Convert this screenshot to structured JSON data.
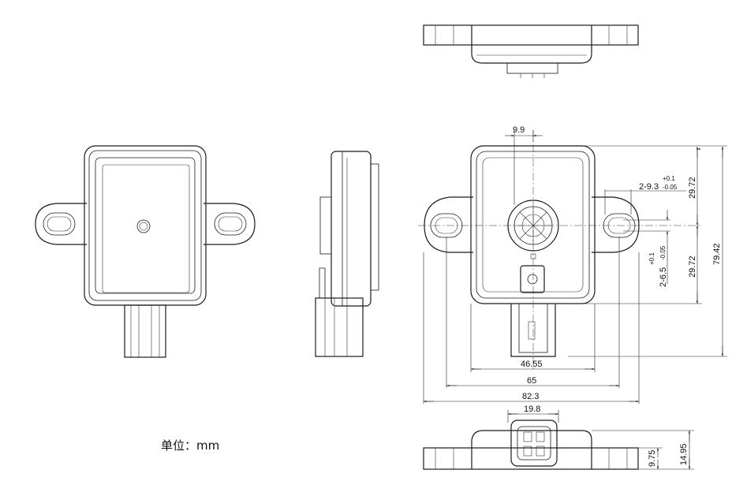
{
  "unit_label": "单位：mm",
  "dimensions": {
    "d_9_9": "9.9",
    "d_29_72_top": "29.72",
    "d_29_72_bottom": "29.72",
    "d_79_42": "79.42",
    "d_46_55": "46.55",
    "d_65": "65",
    "d_82_3": "82.3",
    "d_19_8": "19.8",
    "d_9_75": "9.75",
    "d_14_95": "14.95",
    "hole_slot_main": "2-9.3",
    "hole_slot_tol_plus": "+0.1",
    "hole_slot_tol_minus": "-0.05",
    "hole_dia_main": "2-6.5",
    "hole_dia_tol_plus": "+0.1",
    "hole_dia_tol_minus": "-0.05"
  }
}
